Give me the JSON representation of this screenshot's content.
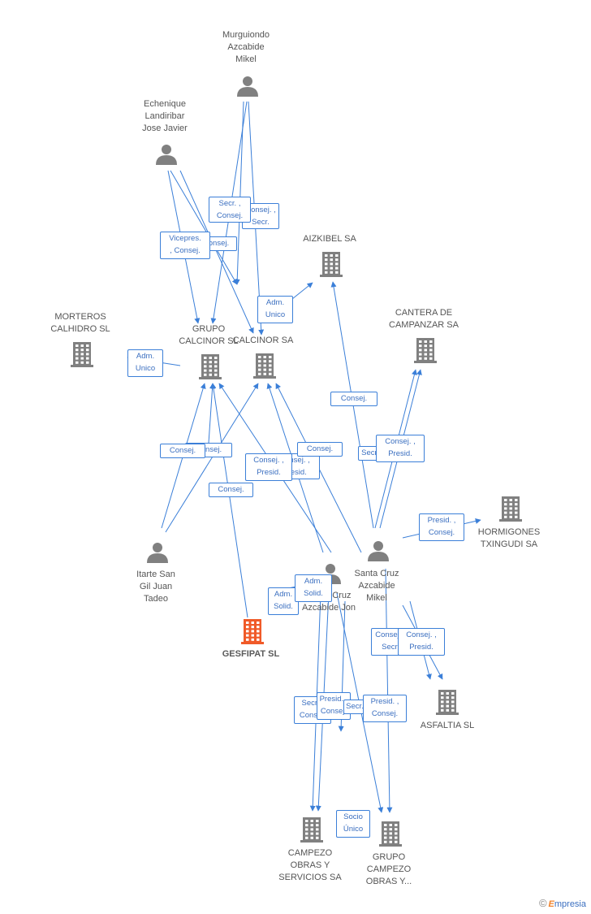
{
  "nodes": [
    {
      "id": "murguiondo",
      "type": "person",
      "label": "Murguiondo\nAzcabide\nMikel"
    },
    {
      "id": "echenique",
      "type": "person",
      "label": "Echenique\nLandiribar\nJose Javier"
    },
    {
      "id": "aizkibel",
      "type": "company",
      "label": "AIZKIBEL SA"
    },
    {
      "id": "morteros",
      "type": "company",
      "label": "MORTEROS\nCALHIDRO SL"
    },
    {
      "id": "grupo_calcinor",
      "type": "company",
      "label": "GRUPO\nCALCINOR SL"
    },
    {
      "id": "calcinor",
      "type": "company",
      "label": "CALCINOR SA"
    },
    {
      "id": "cantera",
      "type": "company",
      "label": "CANTERA DE\nCAMPANZAR SA"
    },
    {
      "id": "hormigones",
      "type": "company",
      "label": "HORMIGONES\nTXINGUDI SA"
    },
    {
      "id": "itarte",
      "type": "person",
      "label": "Itarte San\nGil Juan\nTadeo"
    },
    {
      "id": "santacruz_mikel",
      "type": "person",
      "label": "Santa Cruz\nAzcabide\nMikel"
    },
    {
      "id": "santacruz_jon",
      "type": "person",
      "label": "Santa Cruz\nAzcabide Jon"
    },
    {
      "id": "gesfipat",
      "type": "company",
      "label": "GESFIPAT SL",
      "focus": true
    },
    {
      "id": "asfaltia",
      "type": "company",
      "label": "ASFALTIA  SL"
    },
    {
      "id": "campezo_obras",
      "type": "company",
      "label": "CAMPEZO\nOBRAS Y\nSERVICIOS SA"
    },
    {
      "id": "grupo_campezo",
      "type": "company",
      "label": "GRUPO\nCAMPEZO\nOBRAS Y..."
    }
  ],
  "edge_labels": [
    {
      "id": "e1",
      "text": "Consej. ,\nSecr."
    },
    {
      "id": "e2",
      "text": "Secr. ,\nConsej."
    },
    {
      "id": "e3",
      "text": "Consej."
    },
    {
      "id": "e4",
      "text": "Vicepres.\n, Consej."
    },
    {
      "id": "e5",
      "text": "Adm.\nUnico"
    },
    {
      "id": "e6",
      "text": "Adm.\nUnico"
    },
    {
      "id": "e7",
      "text": "Consej."
    },
    {
      "id": "e8",
      "text": "Consej."
    },
    {
      "id": "e9",
      "text": "Consej."
    },
    {
      "id": "e10",
      "text": "Consej. ,\nPresid."
    },
    {
      "id": "e11",
      "text": "Consej. ,\nPresid."
    },
    {
      "id": "e12",
      "text": "Consej."
    },
    {
      "id": "e13",
      "text": "Consej."
    },
    {
      "id": "e14",
      "text": "Secr."
    },
    {
      "id": "e15",
      "text": "Consej. ,\nPresid."
    },
    {
      "id": "e16",
      "text": "Presid. ,\nConsej."
    },
    {
      "id": "e17",
      "text": "Adm.\nSolid."
    },
    {
      "id": "e18",
      "text": "Adm.\nSolid."
    },
    {
      "id": "e19",
      "text": "Consej. ,\nSecr."
    },
    {
      "id": "e20",
      "text": "Consej. ,\nPresid."
    },
    {
      "id": "e21",
      "text": "Secr. ,\nConsej."
    },
    {
      "id": "e22",
      "text": "Presid. ,\nConsej."
    },
    {
      "id": "e23",
      "text": "Secr."
    },
    {
      "id": "e24",
      "text": "Presid. ,\nConsej."
    },
    {
      "id": "e25",
      "text": "Socio\nÚnico"
    }
  ],
  "colors": {
    "edge": "#3b7fd8",
    "node": "#808080",
    "focus": "#f05a28",
    "label": "#555555"
  },
  "icons": {
    "person": "person-icon",
    "company": "building-icon"
  },
  "footer": {
    "copyright": "©",
    "brand_initial": "E",
    "brand_rest": "mpresia"
  }
}
